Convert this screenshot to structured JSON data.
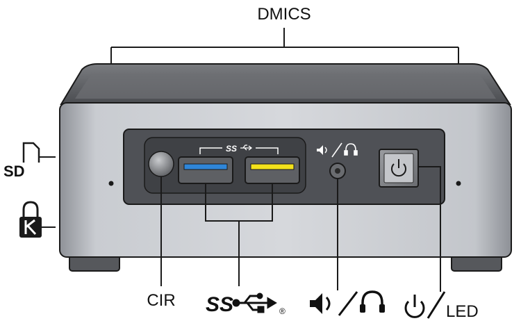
{
  "labels": {
    "dmics": "DMICS",
    "cir": "CIR",
    "sd": "SD",
    "led": "LED",
    "usb_ss_small": "SS",
    "usb_ss_large": "SS",
    "registered": "®"
  },
  "icons": {
    "sd_card": "sd-card-icon",
    "kensington": "kensington-lock-icon",
    "speaker": "speaker-icon",
    "headphone": "headphone-icon",
    "power": "power-icon",
    "usb_trident": "usb-trident-icon"
  },
  "colors": {
    "usb_blue": "#2f86d9",
    "usb_yellow": "#f4e21b",
    "body_silver": "#b8bbc1",
    "panel_dark": "#4f5156",
    "top_dark": "#5a5c60",
    "outline": "#1a1a1a"
  }
}
